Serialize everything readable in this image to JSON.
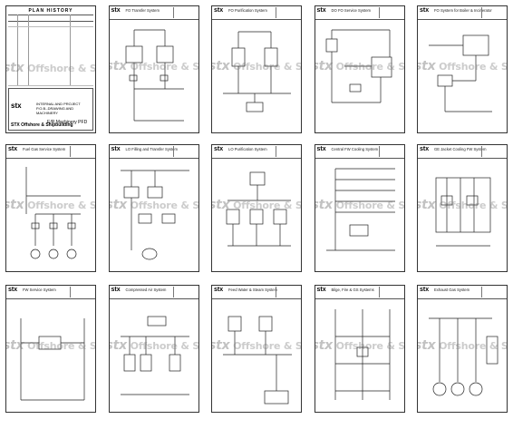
{
  "page": {
    "history_sheet": {
      "heading": "PLAN HISTORY",
      "watermark_main": "stx",
      "watermark_sub": "Offshore & Shipbuilding",
      "logo": "stx",
      "project_lines": [
        "INTERNAL AND PROJECT",
        "P.O.B.-DRAWING AND MACHINERY"
      ],
      "title": "E/R Machinery PFD",
      "footer": "STX Offshore & Shipbuilding"
    },
    "sheets": [
      {
        "title": "FO Transfer System",
        "logo": "stx",
        "watermark_main": "stx",
        "watermark_sub": "Offshore & Shipbuilding"
      },
      {
        "title": "FO Purification System",
        "logo": "stx",
        "watermark_main": "stx",
        "watermark_sub": "Offshore & Shipbuilding"
      },
      {
        "title": "DO FO Service System",
        "logo": "stx",
        "watermark_main": "stx",
        "watermark_sub": "Offshore & Shipbuilding"
      },
      {
        "title": "FO System for Boiler & Incinerator",
        "logo": "stx",
        "watermark_main": "stx",
        "watermark_sub": "Offshore & Shipbuilding"
      },
      {
        "title": "Fuel Gas Service System",
        "logo": "stx",
        "watermark_main": "stx",
        "watermark_sub": "Offshore & Shipbuilding"
      },
      {
        "title": "LO Filling and Transfer System",
        "logo": "stx",
        "watermark_main": "stx",
        "watermark_sub": "Offshore & Shipbuilding"
      },
      {
        "title": "LO Purification System",
        "logo": "stx",
        "watermark_main": "stx",
        "watermark_sub": "Offshore & Shipbuilding"
      },
      {
        "title": "Central FW Cooling System",
        "logo": "stx",
        "watermark_main": "stx",
        "watermark_sub": "Offshore & Shipbuilding"
      },
      {
        "title": "GE Jacket Cooling FW System",
        "logo": "stx",
        "watermark_main": "stx",
        "watermark_sub": "Offshore & Shipbuilding"
      },
      {
        "title": "FW Service System",
        "logo": "stx",
        "watermark_main": "stx",
        "watermark_sub": "Offshore & Shipbuilding"
      },
      {
        "title": "Compressed Air System",
        "logo": "stx",
        "watermark_main": "stx",
        "watermark_sub": "Offshore & Shipbuilding"
      },
      {
        "title": "Feed Water & Steam System",
        "logo": "stx",
        "watermark_main": "stx",
        "watermark_sub": "Offshore & Shipbuilding"
      },
      {
        "title": "Bilge, Fire & GS Systems",
        "logo": "stx",
        "watermark_main": "stx",
        "watermark_sub": "Offshore & Shipbuilding"
      },
      {
        "title": "Exhaust Gas System",
        "logo": "stx",
        "watermark_main": "stx",
        "watermark_sub": "Offshore & Shipbuilding"
      }
    ]
  }
}
